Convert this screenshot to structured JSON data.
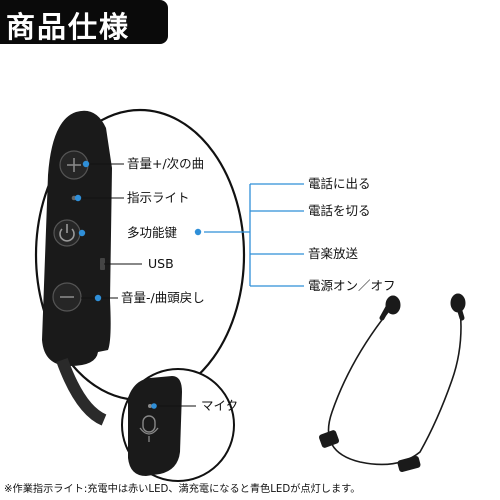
{
  "title": "商品仕様",
  "controls": {
    "vol_up_next": "音量+/次の曲",
    "indicator_light": "指示ライト",
    "multi_function_key": "多功能键",
    "usb": "USB",
    "vol_down_prev": "音量-/曲頭戻し"
  },
  "functions": {
    "answer_call": "電話に出る",
    "end_call": "電話を切る",
    "play_music": "音楽放送",
    "power_on_off": "電源オン／オフ"
  },
  "mic": "マイク",
  "footnote": "※作業指示ライト:充電中は赤いLED、満充電になると青色LEDが点灯します。",
  "colors": {
    "accent": "#2f8fd8",
    "title_bg": "#0a0a0a",
    "device": "#1a1a1a"
  },
  "icons": [
    "plus-icon",
    "power-icon",
    "minus-icon",
    "mic-icon"
  ]
}
